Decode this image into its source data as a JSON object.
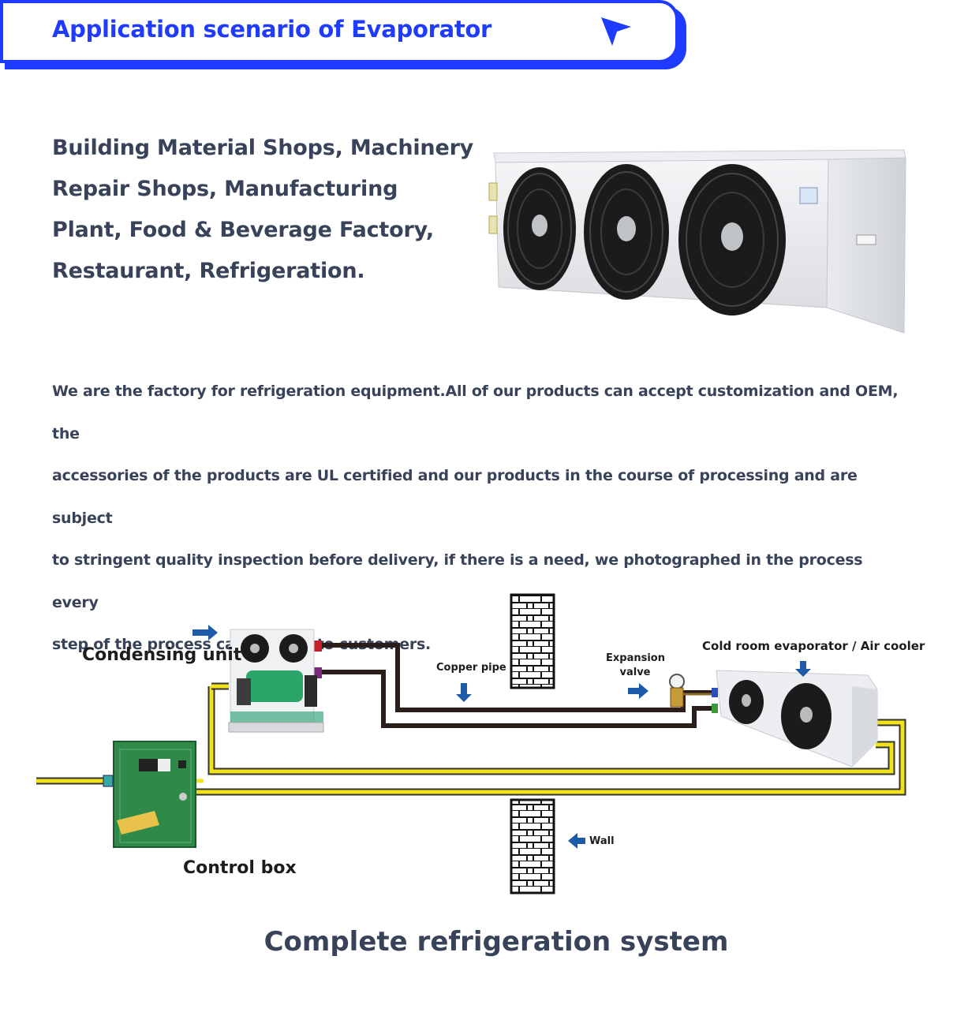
{
  "header": {
    "title": "Application scenario of Evaporator",
    "icon": "cursor-arrow-icon",
    "accent": "#1f3bff"
  },
  "intro": {
    "headline_lines": [
      "Building Material Shops, Machinery",
      "Repair Shops, Manufacturing",
      "Plant, Food & Beverage Factory,",
      "Restaurant, Refrigeration."
    ],
    "paragraph_lines": [
      "We are the factory for refrigeration equipment.All of our products can accept customization and OEM, the",
      "accessories of the products are UL certified and our products in the course of processing and are subject",
      "to stringent quality inspection before delivery, if there is a need, we photographed in the process every",
      "step of the process can be sent to customers."
    ]
  },
  "diagram": {
    "labels": {
      "condensing_unit": "Condensing unit",
      "copper_pipe": "Copper pipe",
      "expansion_valve_line1": "Expansion",
      "expansion_valve_line2": "valve",
      "evaporator": "Cold room evaporator / Air cooler",
      "control_box": "Control box",
      "wall": "Wall"
    },
    "colors": {
      "pipe": "#2a1d1a",
      "wire": "#f2e21a",
      "arrow": "#1d5aa8",
      "control_box": "#2f8a4a"
    }
  },
  "footer": {
    "title": "Complete refrigeration system"
  }
}
